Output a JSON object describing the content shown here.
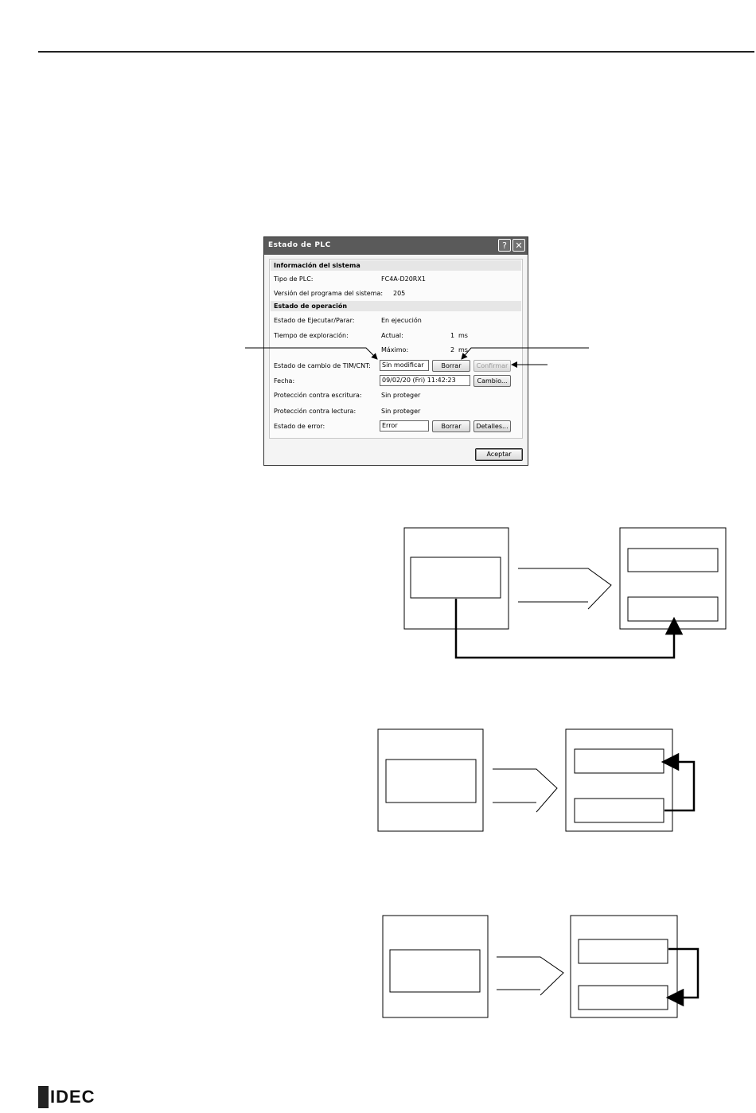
{
  "dialog": {
    "title": "Estado de PLC",
    "help_glyph": "?",
    "close_glyph": "✕",
    "system_info": {
      "heading": "Información del sistema",
      "plc_type_label": "Tipo de PLC:",
      "plc_type_value": "FC4A-D20RX1",
      "version_label": "Versión del programa del sistema:",
      "version_value": "205"
    },
    "operation": {
      "heading": "Estado de operación",
      "run_stop_label": "Estado de Ejecutar/Parar:",
      "run_stop_value": "En ejecución",
      "scan_time_label": "Tiempo de exploración:",
      "current_label": "Actual:",
      "current_value": "1",
      "current_unit": "ms",
      "max_label": "Máximo:",
      "max_value": "2",
      "max_unit": "ms",
      "timcnt_label": "Estado de cambio de TIM/CNT:",
      "timcnt_value": "Sin modificar",
      "timcnt_clear_button": "Borrar",
      "timcnt_confirm_button": "Confirmar",
      "date_label": "Fecha:",
      "date_value": "09/02/20 (Fri) 11:42:23",
      "date_change_button": "Cambio...",
      "write_protect_label": "Protección contra escritura:",
      "write_protect_value": "Sin proteger",
      "read_protect_label": "Protección contra lectura:",
      "read_protect_value": "Sin proteger",
      "error_label": "Estado de error:",
      "error_value": "Error",
      "error_clear_button": "Borrar",
      "error_details_button": "Detalles..."
    },
    "ok_button": "Aceptar"
  },
  "footer": {
    "logo_text": "IDEC"
  }
}
